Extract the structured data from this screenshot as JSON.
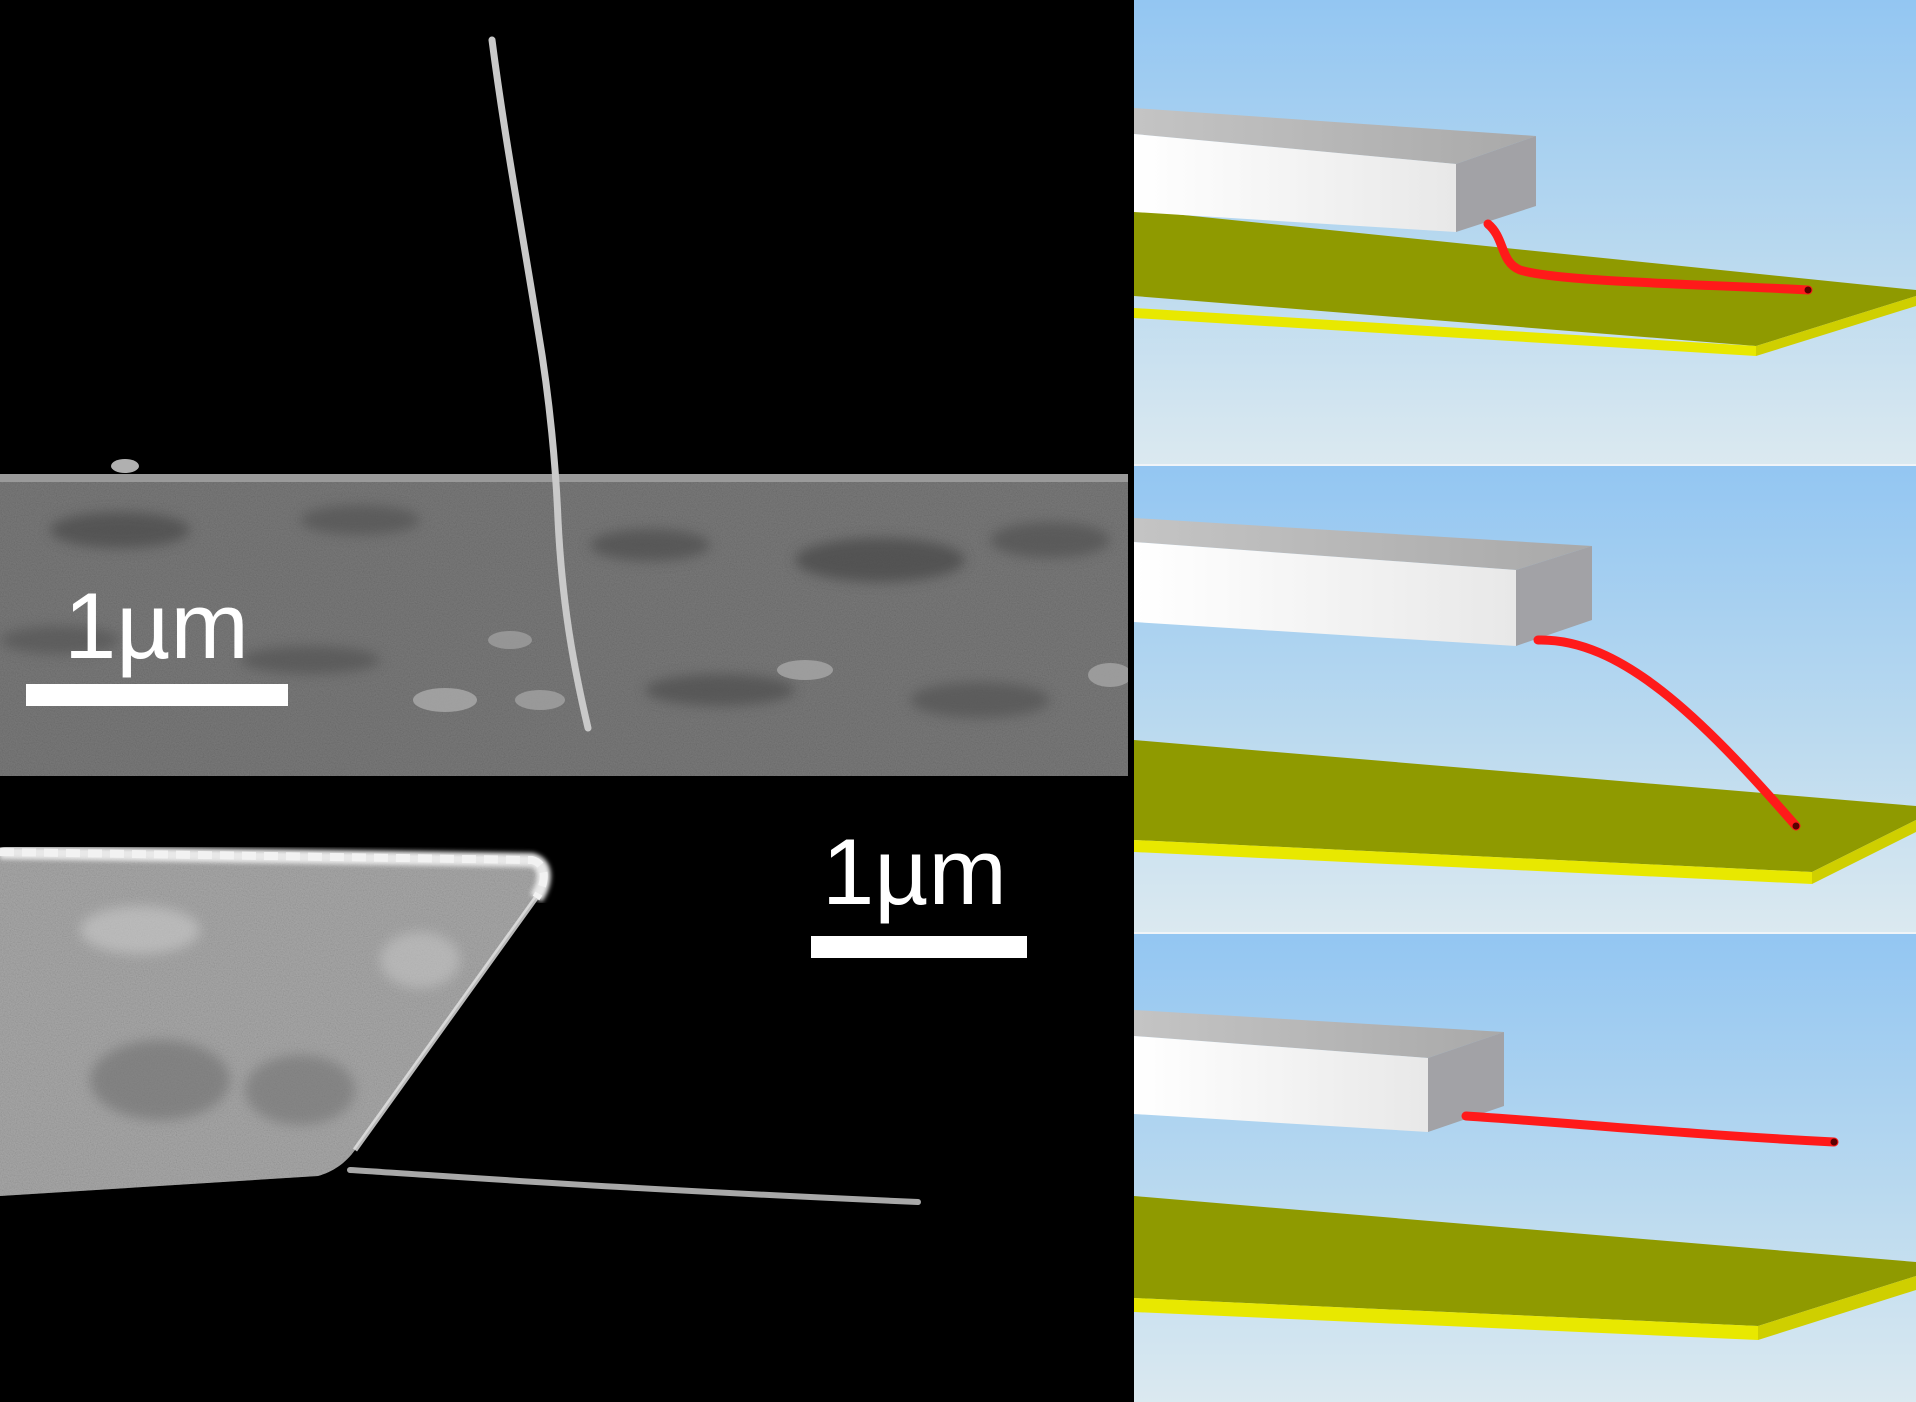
{
  "sem_top": {
    "scale_label": "1µm"
  },
  "sem_bottom": {
    "scale_label": "1µm"
  },
  "diagram": {
    "colors": {
      "sky": "#9ccaf2",
      "sky_haze": "#dbe9f0",
      "substrate_top": "#8f9a00",
      "substrate_edge": "#e8e800",
      "cantilever_face": "#f4f4f4",
      "cantilever_top": "#b8b8b8",
      "cantilever_end": "#a2a2a6",
      "nanowire": "#ff1a1a"
    },
    "panels": [
      {
        "name": "nanowire-lying-on-substrate"
      },
      {
        "name": "nanowire-bent-to-substrate"
      },
      {
        "name": "nanowire-straight-detached"
      }
    ]
  }
}
